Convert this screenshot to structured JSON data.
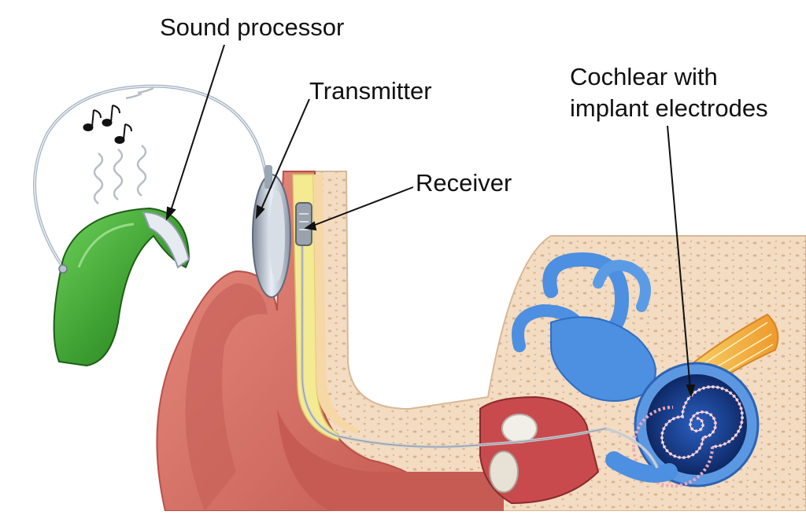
{
  "labels": {
    "sound_processor": "Sound processor",
    "transmitter": "Transmitter",
    "receiver": "Receiver",
    "cochlear_line1": "Cochlear with",
    "cochlear_line2": "implant electrodes"
  },
  "colors": {
    "skin": "#d9736a",
    "skin_dark": "#b9504b",
    "bone": "#f1d9bf",
    "bone_dots": "#d9b896",
    "fat_yellow": "#f3ea92",
    "processor_green": "#44a937",
    "processor_silver": "#cfd8e2",
    "inner_ear_blue": "#4d8fe0",
    "cochlea_dark": "#0f2c6e",
    "nerve_orange": "#f2a73b",
    "leader_line": "#111111"
  },
  "icons": [
    "music-notes-icon",
    "sound-wave-icon"
  ]
}
